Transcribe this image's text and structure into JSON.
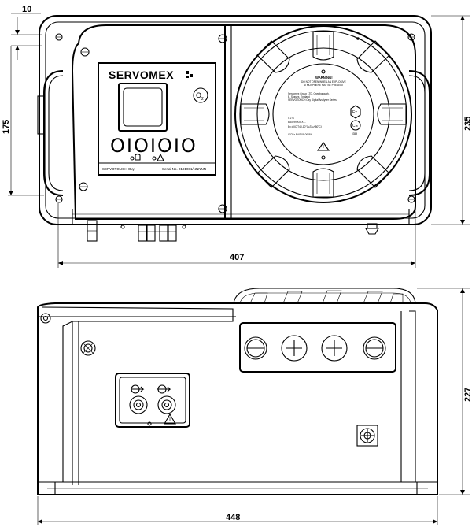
{
  "dimensions": {
    "flange": "10",
    "front_height": "175",
    "overall_height": "235",
    "front_width": "407",
    "side_height": "227",
    "side_width": "448"
  },
  "panel": {
    "brand": "SERVOMEX",
    "o2_symbol": "O",
    "o2_subscript": "2",
    "buttons": "OIOIOIO",
    "model": "SERVOTOUCH Oxy",
    "serial": "Serial No. 0191081/NNNNN"
  },
  "label": {
    "warning": "WARNING!",
    "warning_body_1": "DO NOT OPEN WHEN AN EXPLOSIVE",
    "warning_body_2": "ATMOSPHERE MAY BE PRESENT",
    "maker_1": "Servomex Group LTD, Crowborough,",
    "maker_2": "E. Sussex, England",
    "maker_3": "SERVOTOUCH Oxy Digital Analyser Series",
    "ex_symbol": "Ex",
    "ce_mark": "CE",
    "notified_body": "0359",
    "cert_1": "II 2 G",
    "cert_2": "Ex d IIC T4 (-10°C≤Ta≤+50°C)",
    "cert_3": "BAS 99 ATEX ...",
    "cert_4": "IECEx BAS 09.0008X"
  },
  "colors": {
    "line": "#000000",
    "background": "#ffffff"
  }
}
